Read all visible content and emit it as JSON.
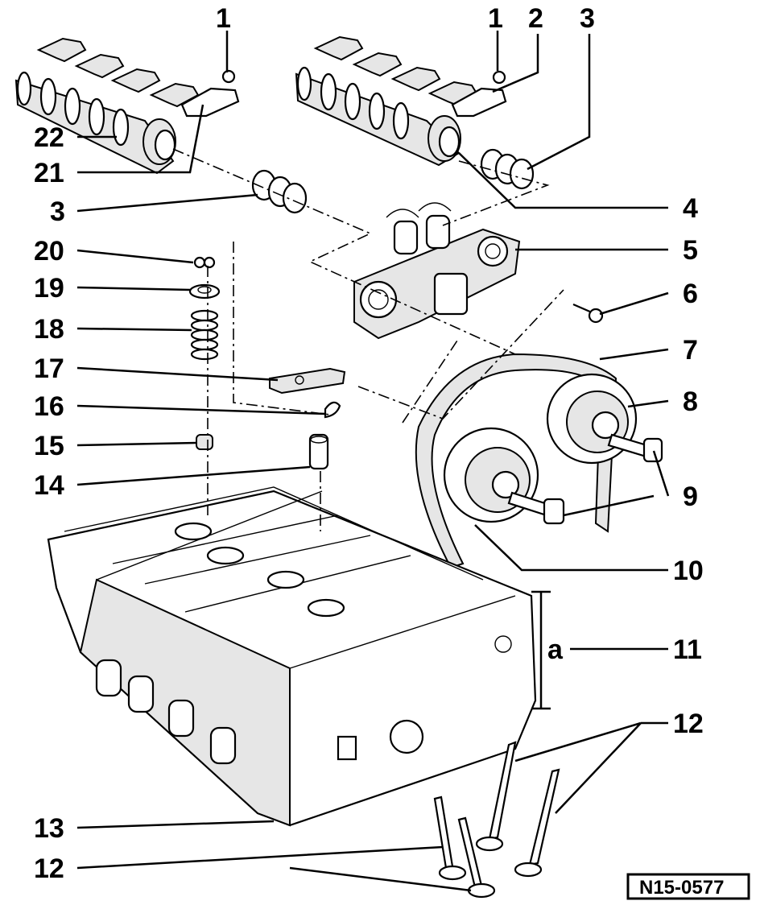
{
  "diagram": {
    "reference_code": "N15-0577",
    "dimension_label": "a",
    "callouts": [
      "1",
      "2",
      "3",
      "4",
      "5",
      "6",
      "7",
      "8",
      "9",
      "10",
      "11",
      "12",
      "13",
      "14",
      "15",
      "16",
      "17",
      "18",
      "19",
      "20",
      "21",
      "22"
    ],
    "left_callouts": {
      "c1": "1",
      "c22": "22",
      "c21": "21",
      "c3": "3",
      "c20": "20",
      "c19": "19",
      "c18": "18",
      "c17": "17",
      "c16": "16",
      "c15": "15",
      "c14": "14",
      "c13": "13",
      "c12": "12"
    },
    "right_callouts": {
      "c1": "1",
      "c2": "2",
      "c3": "3",
      "c4": "4",
      "c5": "5",
      "c6": "6",
      "c7": "7",
      "c8": "8",
      "c9": "9",
      "c10": "10",
      "c11": "11",
      "c12": "12"
    }
  }
}
